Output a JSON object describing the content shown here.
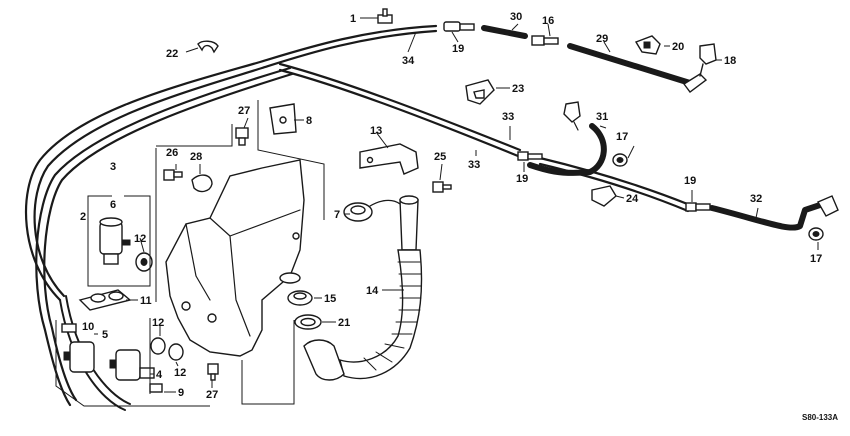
{
  "diagram_code": "S80-133A",
  "callouts": {
    "c1": "1",
    "c2": "2",
    "c3": "3",
    "c4": "4",
    "c5": "5",
    "c6": "6",
    "c7": "7",
    "c8": "8",
    "c9": "9",
    "c10": "10",
    "c11": "11",
    "c12a": "12",
    "c12b": "12",
    "c12c": "12",
    "c13": "13",
    "c14": "14",
    "c15": "15",
    "c16": "16",
    "c17a": "17",
    "c17b": "17",
    "c18": "18",
    "c19a": "19",
    "c19b": "19",
    "c19c": "19",
    "c20": "20",
    "c21": "21",
    "c22": "22",
    "c23": "23",
    "c24": "24",
    "c25": "25",
    "c26": "26",
    "c27a": "27",
    "c27b": "27",
    "c28": "28",
    "c29": "29",
    "c30": "30",
    "c31": "31",
    "c32": "32",
    "c33a": "33",
    "c33b": "33",
    "c34": "34"
  }
}
